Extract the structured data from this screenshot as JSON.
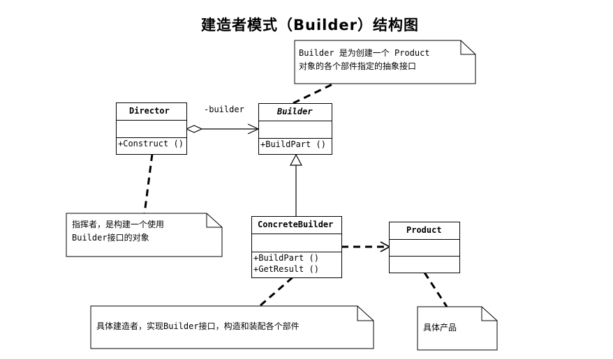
{
  "title": "建造者模式（Builder）结构图",
  "classes": {
    "director": {
      "name": "Director",
      "operations": [
        "+Construct ()"
      ]
    },
    "builder": {
      "name": "Builder",
      "abstract": true,
      "operations": [
        "+BuildPart ()"
      ]
    },
    "concrete_builder": {
      "name": "ConcreteBuilder",
      "operations": [
        "+BuildPart ()",
        "+GetResult ()"
      ]
    },
    "product": {
      "name": "Product",
      "operations": []
    }
  },
  "associations": {
    "director_builder_role": "-builder"
  },
  "notes": {
    "builder": {
      "lines": [
        "Builder 是为创建一个 Product",
        "对象的各个部件指定的抽象接口"
      ]
    },
    "director": {
      "lines": [
        "指挥者，是构建一个使用",
        "Builder接口的对象"
      ]
    },
    "concrete_builder": {
      "lines": [
        "具体建造者，实现Builder接口，构造和装配各个部件"
      ]
    },
    "product": {
      "lines": [
        "具体产品"
      ]
    }
  }
}
